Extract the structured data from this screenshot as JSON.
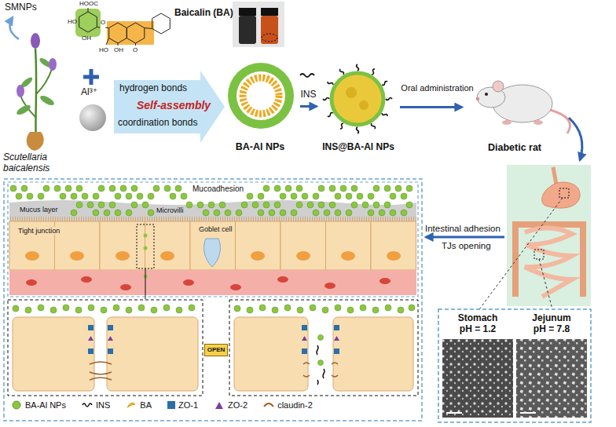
{
  "diagram": {
    "nodes": [
      {
        "text": [
          "BA-Al NPs"
        ]
      },
      {
        "text": [
          "INS@BA-Al NPs"
        ]
      },
      {
        "text": [
          "Diabetic rat"
        ]
      },
      {
        "text": [
          "Stomach",
          "pH = 1.2"
        ]
      },
      {
        "text": [
          "Jejunum",
          "pH = 7.8"
        ]
      },
      {
        "text": [
          "OPEN"
        ]
      }
    ],
    "edges": [
      {
        "from": 0,
        "to": 1,
        "arrow": "to",
        "label": "INS"
      },
      {
        "from": 1,
        "to": 2,
        "arrow": "to",
        "label": "Oral administration"
      }
    ],
    "labels": [
      "SMNPs",
      "Baicalin (BA)",
      "HOOC",
      "HO",
      "OH",
      "O",
      "HO",
      "OH",
      "O",
      "hydrogen bonds",
      "coordination bonds",
      "Self-assembly",
      "Scutellaria baicalensis",
      "Al³⁺",
      "Mucoadhesion",
      "Mucus layer",
      "Tight junction",
      "Microvilli",
      "Goblet cell",
      "Intestinal adhesion",
      "TJs opening"
    ],
    "legend": [
      {
        "text": "BA-Al NPs"
      },
      {
        "text": "INS"
      },
      {
        "text": "BA"
      },
      {
        "text": "ZO-1",
        "color": "#2b6fa8"
      },
      {
        "text": "ZO-2"
      },
      {
        "text": "claudin-2"
      }
    ]
  }
}
